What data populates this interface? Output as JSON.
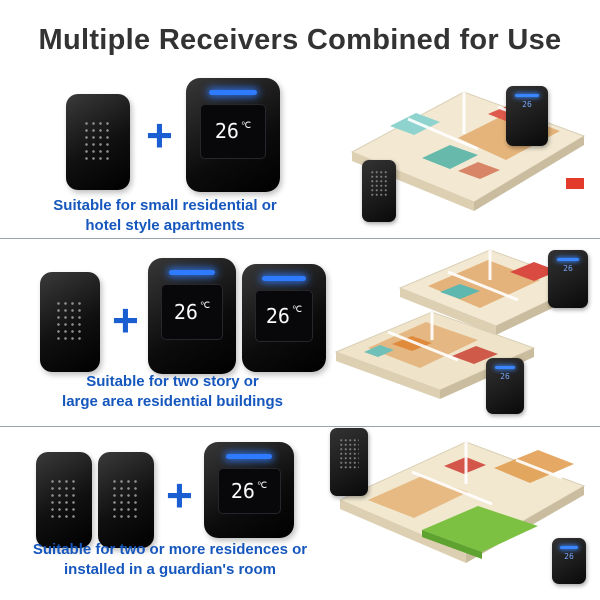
{
  "title": "Multiple Receivers Combined for Use",
  "plus_sign": "+",
  "receiver_display": {
    "temperature": "26",
    "unit": "℃"
  },
  "rows": [
    {
      "transmitter_count": 1,
      "receiver_count": 1,
      "caption_line1": "Suitable for small residential or",
      "caption_line2": "hotel style apartments"
    },
    {
      "transmitter_count": 1,
      "receiver_count": 2,
      "caption_line1": "Suitable for two story or",
      "caption_line2": "large area residential buildings"
    },
    {
      "transmitter_count": 2,
      "receiver_count": 1,
      "caption_line1": "Suitable for two or more residences or",
      "caption_line2": "installed in a guardian's room"
    }
  ],
  "colors": {
    "title_text": "#333333",
    "caption_text": "#1557bd",
    "plus_sign": "#1b5ed2",
    "led_blue": "#2f7bff",
    "device_body": "#101010",
    "divider": "#9aa2ab"
  }
}
